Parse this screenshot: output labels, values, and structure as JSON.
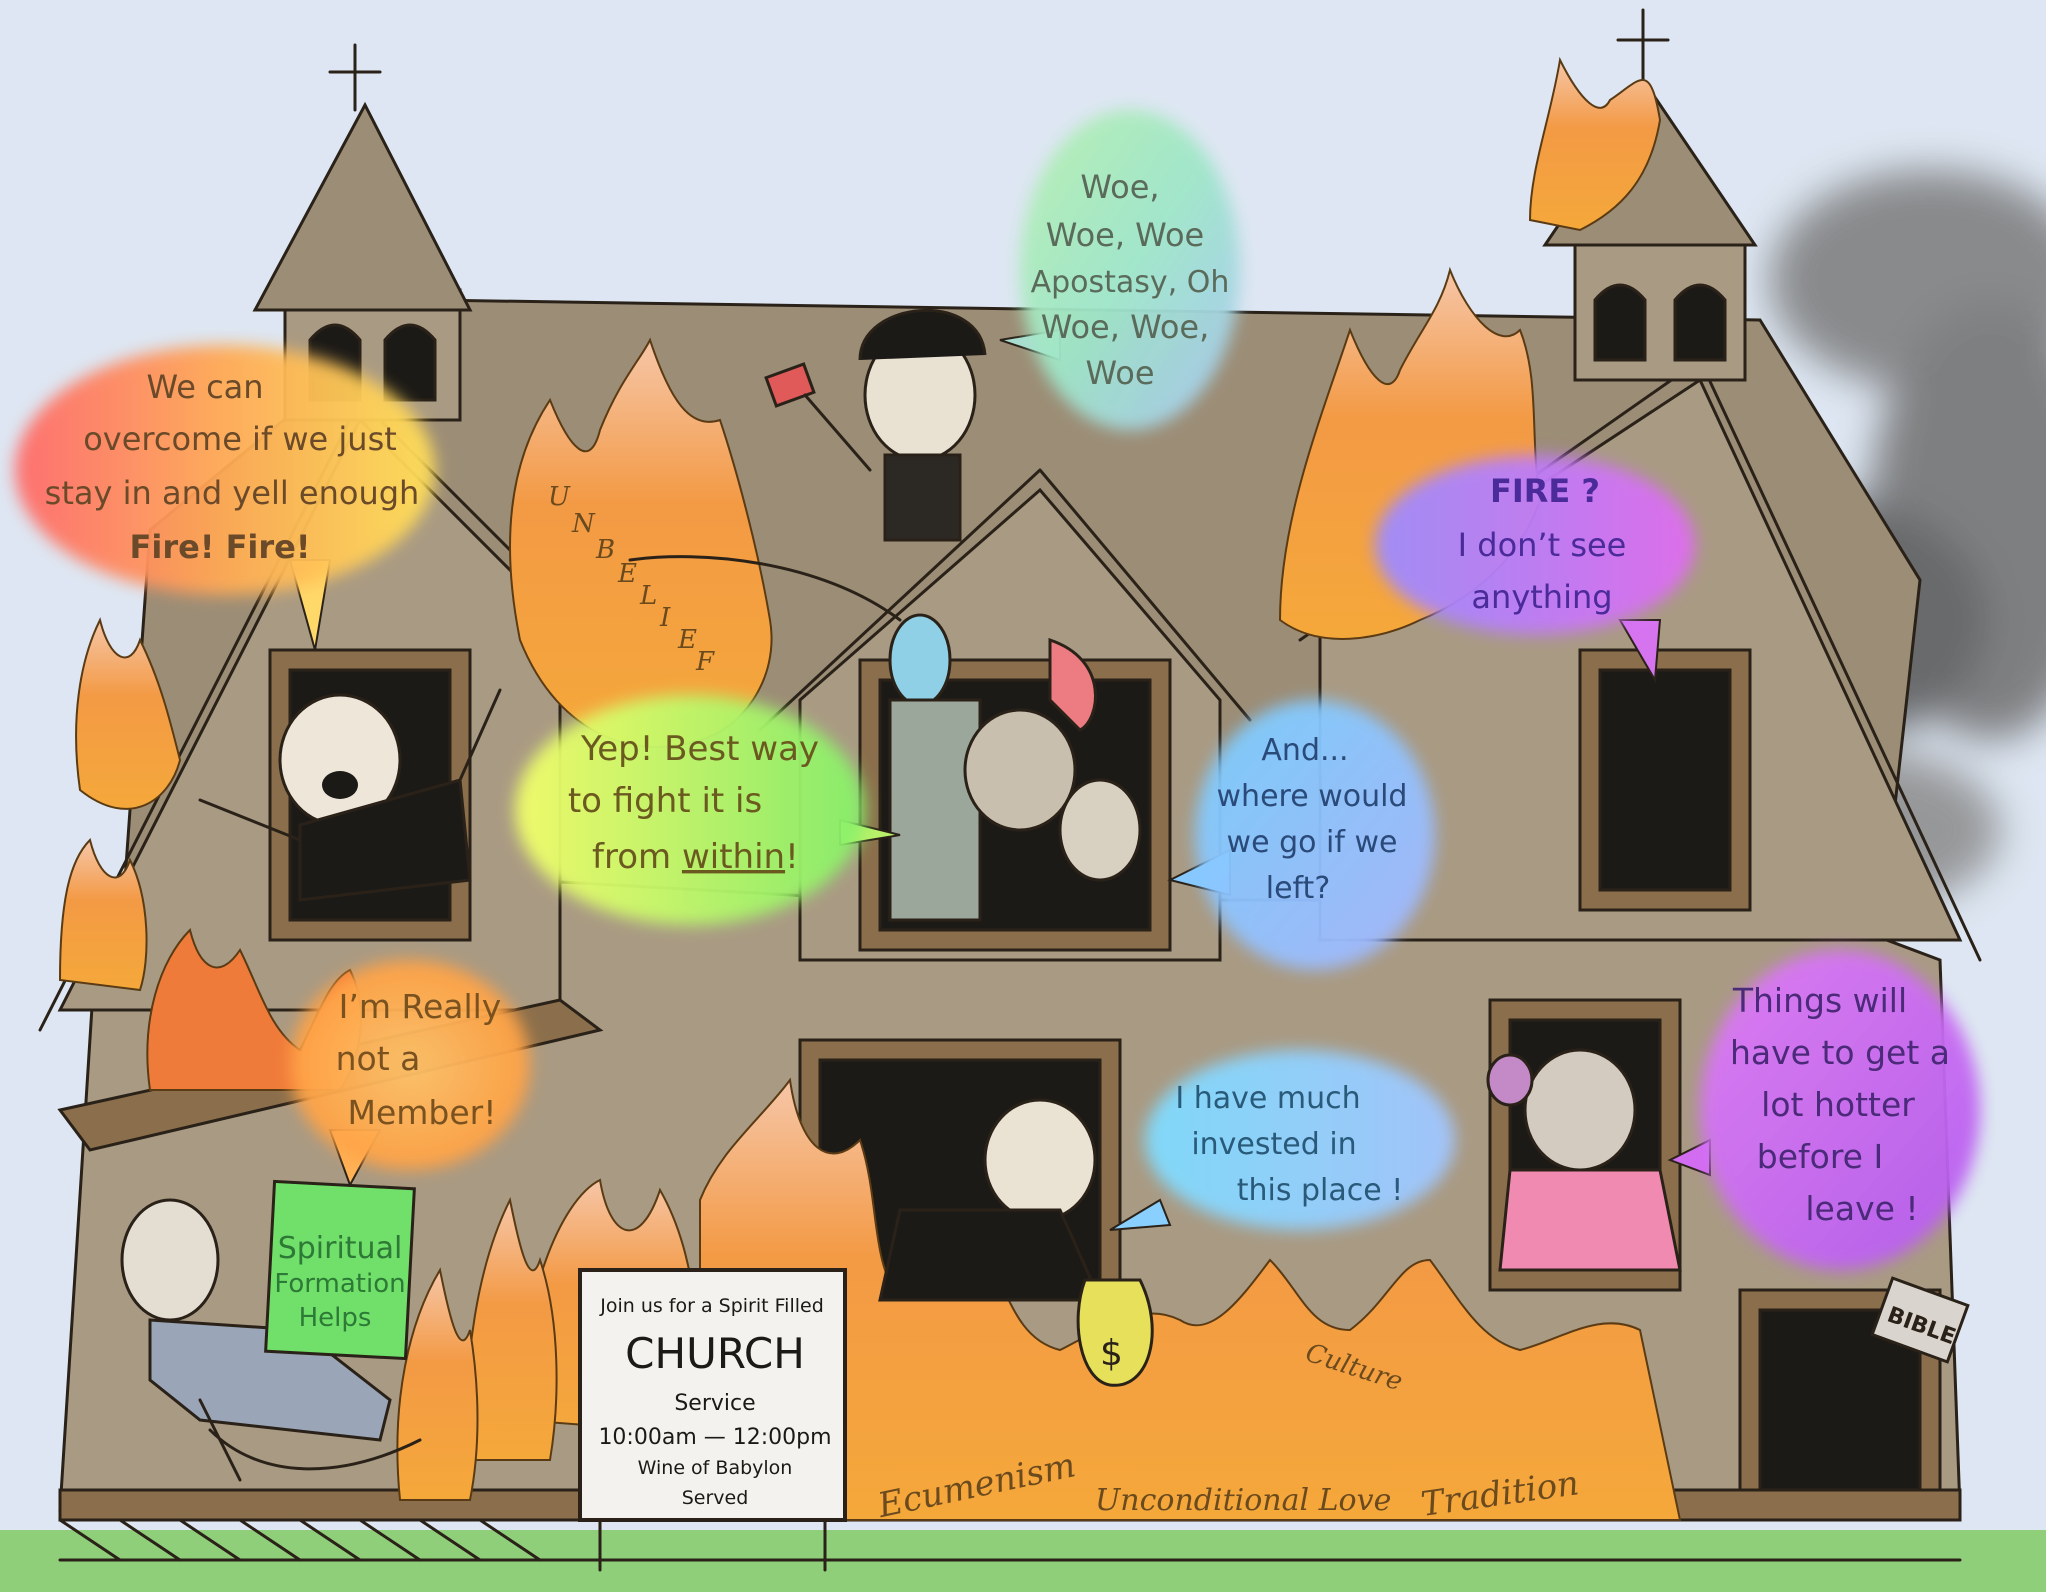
{
  "colors": {
    "sky": "#dde6f2",
    "house": "#a99a83",
    "roof": "#9c8d76",
    "flame_outer": "#f5a83a",
    "flame_inner": "#ef7b3b",
    "smoke": "#6f6f6f",
    "grass": "#8fcf7a"
  },
  "bubbles": {
    "yell": {
      "lines": [
        "We can",
        "overcome if we just",
        "stay in and yell enough"
      ],
      "bold_line": "Fire! Fire!"
    },
    "woe": {
      "lines": [
        "Woe,",
        "Woe, Woe",
        "Apostasy, Oh",
        "Woe, Woe,",
        "Woe"
      ]
    },
    "fire_q": {
      "bold_line": "FIRE ?",
      "lines": [
        "I don’t see",
        "anything"
      ]
    },
    "yep": {
      "lines": [
        "Yep! Best way",
        "to fight it is"
      ],
      "prefix": "from ",
      "underlined": "within",
      "suffix": "!"
    },
    "where": {
      "lines": [
        "And...",
        "where would",
        "we go if we",
        "left?"
      ]
    },
    "member": {
      "lines": [
        "I’m Really",
        "not a",
        "Member!"
      ]
    },
    "invested": {
      "lines": [
        "I have much",
        "invested in",
        "this place !"
      ]
    },
    "hotter": {
      "lines": [
        "Things will",
        "have to get a",
        "lot hotter",
        "before I",
        "leave !"
      ]
    }
  },
  "spiritual_sign": {
    "lines": [
      "Spiritual",
      "Formation",
      "Helps"
    ]
  },
  "church_sign": {
    "line1": "Join us for a Spirit Filled",
    "title": "CHURCH",
    "line2": "Service",
    "line3": "10:00am — 12:00pm",
    "line4": "Wine of Babylon",
    "line5": "Served"
  },
  "flame_words": {
    "unbelief": [
      "U",
      "N",
      "B",
      "E",
      "L",
      "I",
      "E",
      "F"
    ],
    "ecumenism": "Ecumenism",
    "culture": "Culture",
    "unconditional_love": "Unconditional Love",
    "tradition": "Tradition"
  },
  "bible_label": "BIBLE",
  "money_symbol": "$"
}
